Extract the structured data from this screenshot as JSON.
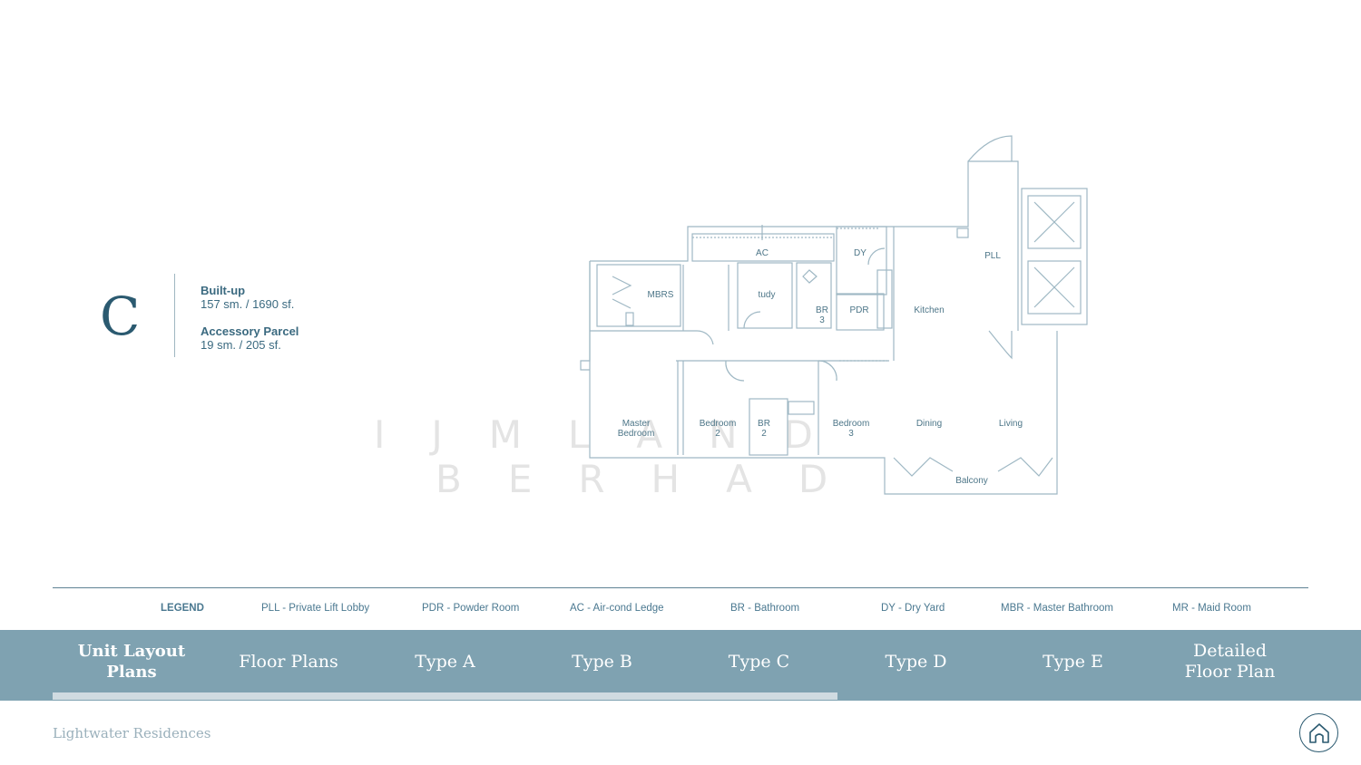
{
  "unit": {
    "letter": "C",
    "builtup_heading": "Built-up",
    "builtup_value": "157 sm. / 1690 sf.",
    "accessory_heading": "Accessory Parcel",
    "accessory_value": "19 sm. / 205 sf."
  },
  "watermark": {
    "line1": "IJMLAND",
    "line2": "BERHAD"
  },
  "floor_plan": {
    "rooms": {
      "ac": "AC",
      "dy": "DY",
      "pll": "PLL",
      "mbrs": "MBRS",
      "study": "tudy",
      "br3_a": "BR",
      "br3_b": "3",
      "pdr": "PDR",
      "kitchen": "Kitchen",
      "master_a": "Master",
      "master_b": "Bedroom",
      "bed2_a": "Bedroom",
      "bed2_b": "2",
      "br2_a": "BR",
      "br2_b": "2",
      "bed3_a": "Bedroom",
      "bed3_b": "3",
      "dining": "Dining",
      "living": "Living",
      "balcony": "Balcony"
    }
  },
  "legend": {
    "title": "LEGEND",
    "items": [
      "PLL - Private Lift Lobby",
      "PDR - Powder Room",
      "AC - Air-cond Ledge",
      "BR - Bathroom",
      "DY - Dry Yard",
      "MBR - Master Bathroom",
      "MR - Maid Room"
    ]
  },
  "nav": {
    "section": "Unit Layout Plans",
    "items": [
      "Floor Plans",
      "Type A",
      "Type B",
      "Type C",
      "Type D",
      "Type E"
    ],
    "detailed_line1": "Detailed",
    "detailed_line2": "Floor Plan"
  },
  "footer": {
    "brand": "Lightwater Residences",
    "home_icon": "home-icon"
  },
  "colors": {
    "accent": "#2b5a70",
    "navbar": "#7fa2b1",
    "plan_line": "#9fb8c4"
  }
}
